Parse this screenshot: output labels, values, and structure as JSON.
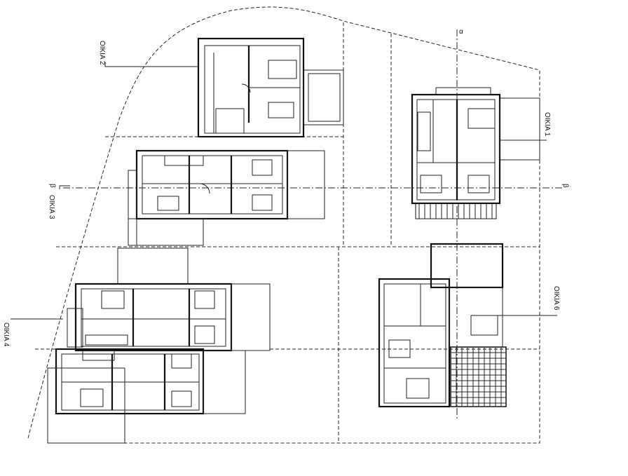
{
  "title": "Site plan of houses",
  "houses": [
    {
      "label": "OIKIA 2"
    },
    {
      "label": "OIKIA 1"
    },
    {
      "label": "OIKIA 3"
    },
    {
      "label": "OIKIA 4"
    },
    {
      "label": "OIKIA 6"
    }
  ],
  "section_markers": {
    "a": "α",
    "b_left": "β",
    "b_right": "β"
  },
  "colors": {
    "line": "#111111",
    "background": "#ffffff"
  }
}
